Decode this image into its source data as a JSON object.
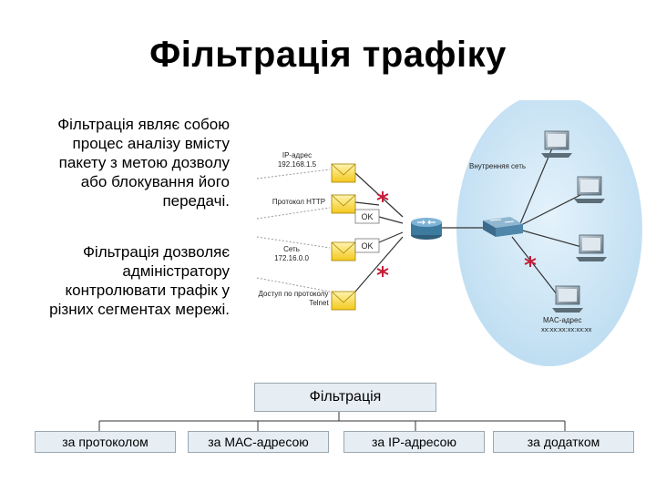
{
  "title": "Фільтрація трафіку",
  "description": {
    "para1_term": "Фільтрація",
    "para1_rest": " являє собою процес аналізу вмісту пакету з метою дозволу або блокування його передачі.",
    "para2_term": "Фільтрація",
    "para2_rest": " дозволяє адміністратору контролювати трафік у різних сегментах мережі."
  },
  "network": {
    "ip_label_1": "IP-адрес",
    "ip_label_2": "192.168.1.5",
    "http_label": "Протокол HTTP",
    "net_label_1": "Сеть",
    "net_label_2": "172.16.0.0",
    "telnet_label_1": "Доступ по протоколу",
    "telnet_label_2": "Telnet",
    "ok_1": "OK",
    "ok_2": "OK",
    "internal_label": "Внутренняя сеть",
    "mac_label_1": "MAC-адрес",
    "mac_label_2": "xx:xx:xx:xx:xx:xx",
    "accent": "#c41e3a",
    "zone_color": "#cfe6f6"
  },
  "tree": {
    "root": "Фільтрація",
    "leaves": [
      "за протоколом",
      "за МАС-адресою",
      "за IP-адресою",
      "за додатком"
    ]
  }
}
